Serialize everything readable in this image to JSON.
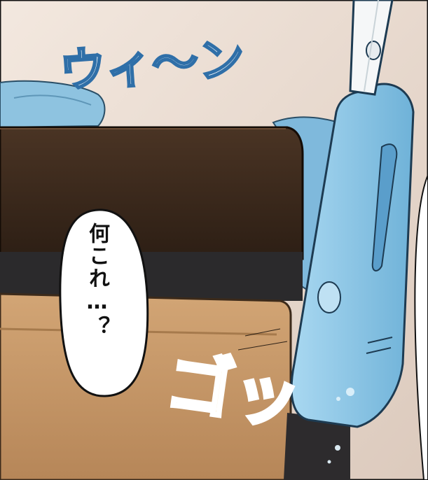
{
  "sfx_top": "ウィ〜ン",
  "sfx_bottom": "ゴッ",
  "speech_bubble": "何これ…？",
  "colors": {
    "wall": "#e9dbd1",
    "dark_box": "#3e2b1d",
    "cardboard": "#c49664",
    "blue_device": "#8fc7e6",
    "sfx_yellow": "#f4b522"
  },
  "icons": [
    "speech-bubble",
    "hair-dryer",
    "cardboard-box"
  ]
}
